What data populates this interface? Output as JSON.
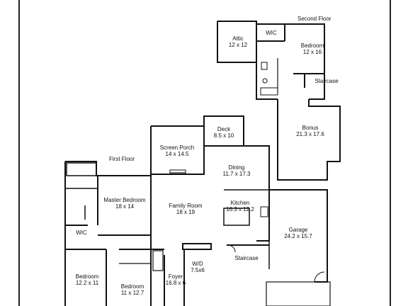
{
  "floors": {
    "second": "Second Floor",
    "first": "First Floor"
  },
  "rooms": {
    "attic": {
      "name": "Attic",
      "size": "12 x 12"
    },
    "wic_upper": {
      "name": "WIC"
    },
    "bedroom_upper": {
      "name": "Bedroom",
      "size": "12 x 16"
    },
    "staircase_upper": {
      "name": "Staircase"
    },
    "bonus": {
      "name": "Bonus",
      "size": "21.3 x 17.6"
    },
    "deck": {
      "name": "Deck",
      "size": "8.5 x 10"
    },
    "screen_porch": {
      "name": "Screen Porch",
      "size": "14 x 14.5"
    },
    "dining": {
      "name": "Dining",
      "size": "11.7 x 17.3"
    },
    "master": {
      "name": "Master Bedroom",
      "size": "18 x 14"
    },
    "family": {
      "name": "Family Room",
      "size": "18 x 19"
    },
    "kitchen": {
      "name": "Kitchen",
      "size": "16.3 x 12.2"
    },
    "garage": {
      "name": "Garage",
      "size": "24.2 x 15.7"
    },
    "wic_lower": {
      "name": "WIC"
    },
    "wd": {
      "name": "W/D",
      "size": "7.5x6"
    },
    "staircase_lower": {
      "name": "Staircase"
    },
    "bedroom_a": {
      "name": "Bedroom",
      "size": "12.2 x 11"
    },
    "bedroom_b": {
      "name": "Bedroom",
      "size": "11 x 12.7"
    },
    "foyer": {
      "name": "Foyer",
      "size": "16.8 x 6"
    }
  }
}
